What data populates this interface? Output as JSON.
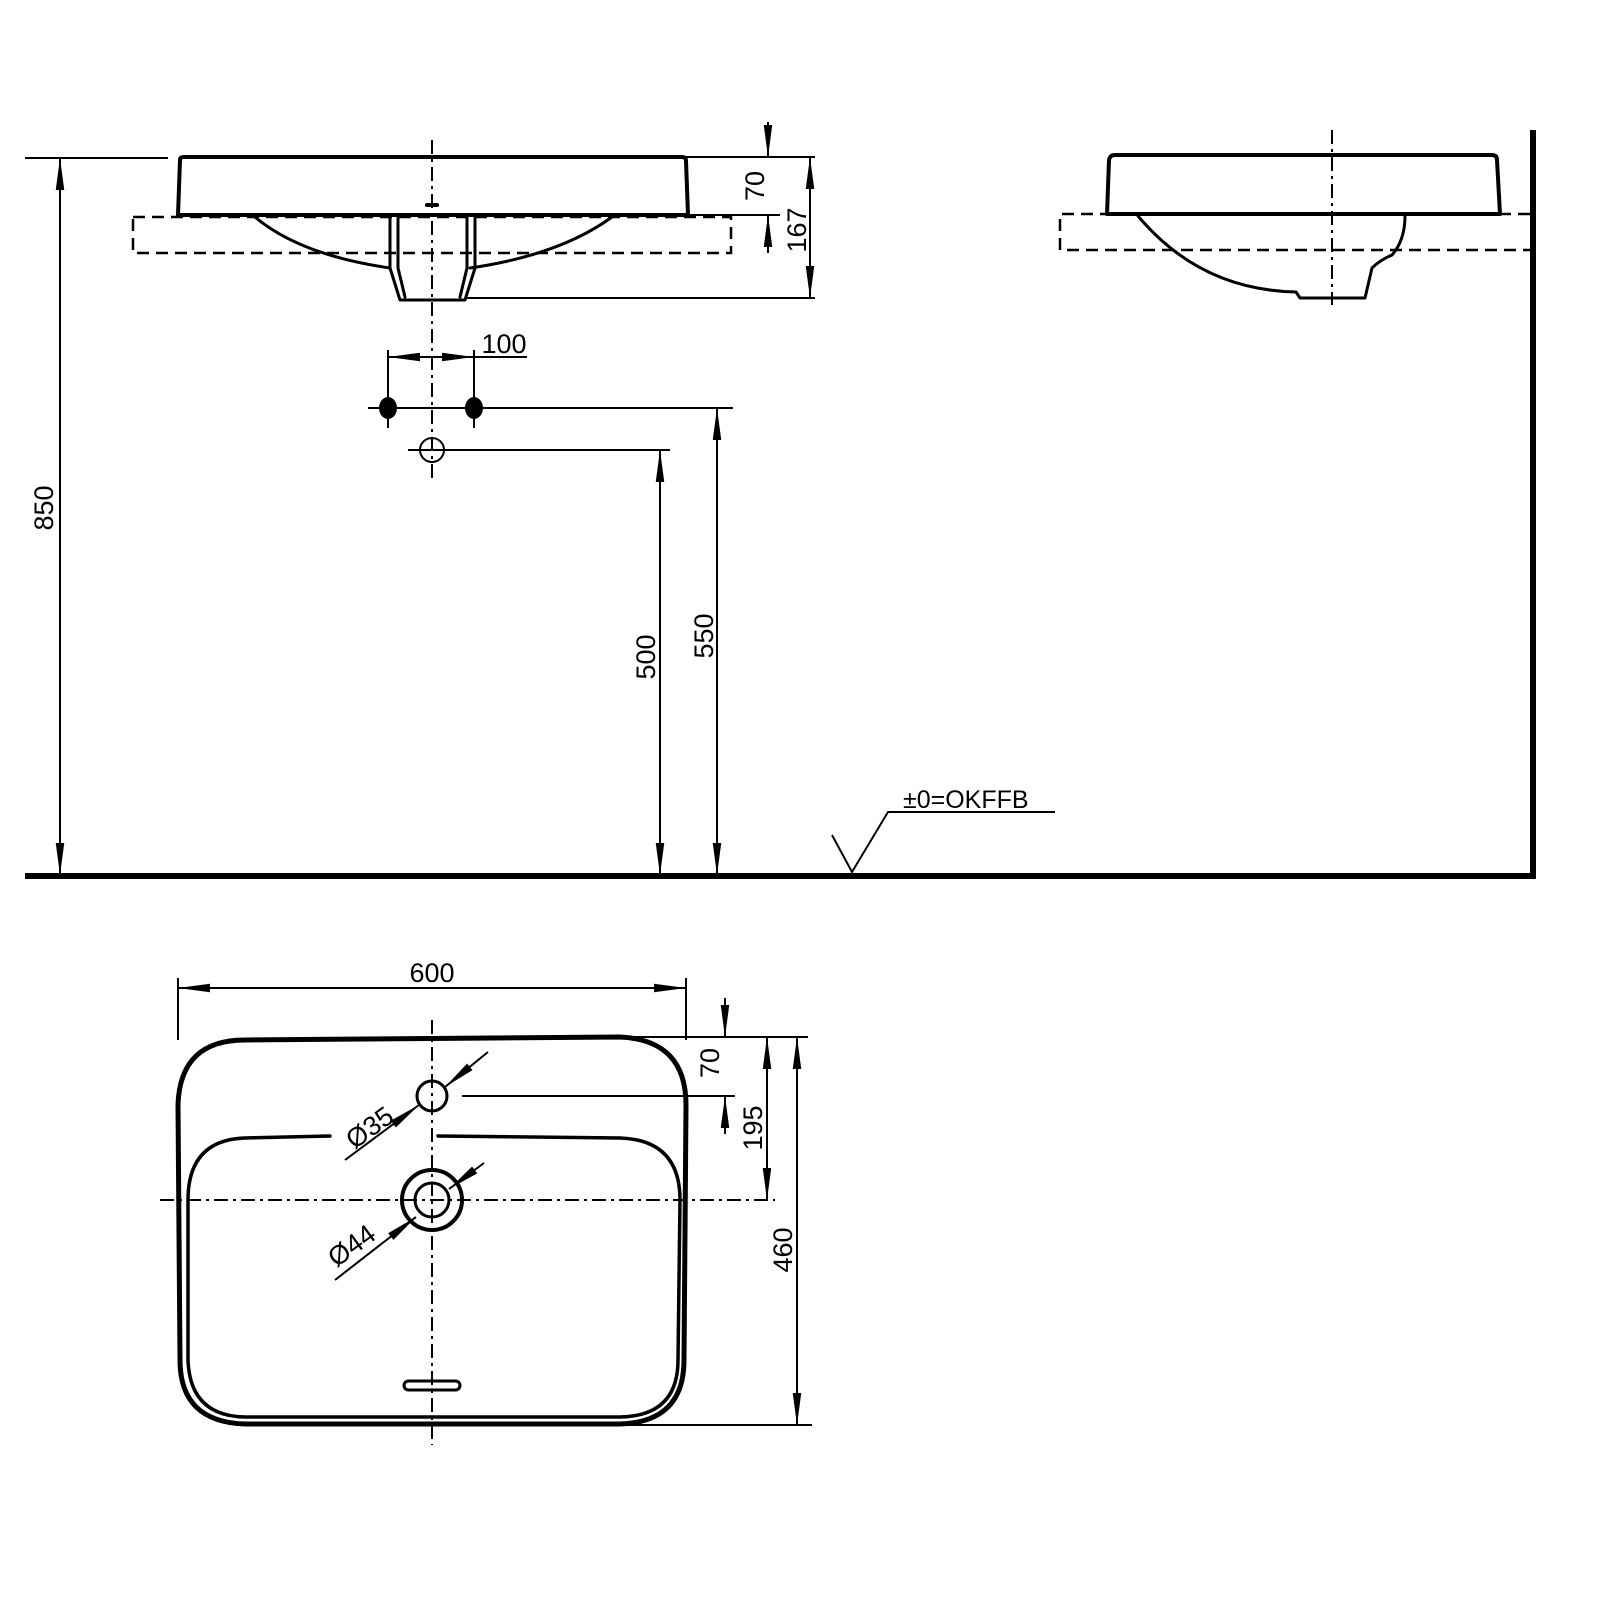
{
  "front_elevation": {
    "dim_rim_height": "70",
    "dim_total_depth": "167",
    "dim_tap_spacing": "100",
    "dim_drain_height": "500",
    "dim_supply_height": "550",
    "dim_rim_from_floor": "850"
  },
  "floor_reference": {
    "label": "±0=OKFFB"
  },
  "plan_view": {
    "dim_width": "600",
    "dim_tap_hole_offset": "70",
    "dim_drain_offset": "195",
    "dim_depth": "460",
    "tap_hole_diameter": "Ø35",
    "drain_diameter": "Ø44"
  }
}
